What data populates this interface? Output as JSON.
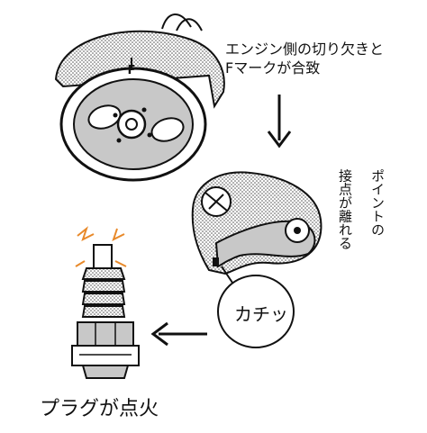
{
  "captions": {
    "flywheel": "エンジン側の切り欠きと\nFマークが合致",
    "point_line1": "ポイントの",
    "point_line2": "接点が離れる",
    "click": "カチッ",
    "spark": "プラグが点火"
  },
  "flywheel_mark": "F",
  "colors": {
    "ink": "#111111",
    "gray": "#c8c8c8",
    "spark": "#e8892a"
  }
}
